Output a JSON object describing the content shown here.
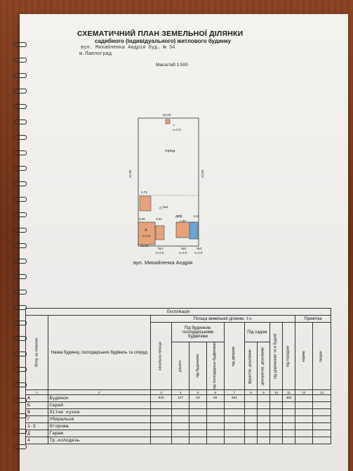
{
  "title": "СХЕМАТИЧНИЙ ПЛАН ЗЕМЕЛЬНОЇ ДІЛЯНКИ",
  "subtitle": "садибного (індивідуального) житлового будинку",
  "address_line": "вул.    Михайленка Андрія             буд. № 34",
  "city_line": "м.Павлоград",
  "scale": "Масштаб 1:500",
  "plan": {
    "top_width": "22,00",
    "left_side": "42,90",
    "right_side": "42,56",
    "garden_label": "город",
    "g_label": "Г",
    "g_height": "н=2,0",
    "dim_275": "2,75",
    "dim_585": "5,85",
    "dim_352": "3,52",
    "dim_343": "3,43",
    "dim_188": "1,88",
    "yard_label": "двір",
    "well_label": "№4",
    "building_a": "А",
    "building_a_h": "н=3,0",
    "bottom_width": "21,82",
    "fence_1": "№1",
    "fence_2": "№2",
    "fence_3": "№3",
    "fence_h1": "н=2,0",
    "fence_h2": "н=2,0",
    "fence_h3": "н=2,0"
  },
  "street": "вул. Михайленка Андрія",
  "table": {
    "caption": "Експлікація",
    "col_litera": "Літер за планом",
    "col_name": "Назва будинку, господарських будівель та споруд",
    "col_total": "загальна площа",
    "group_area": "Площа земельної ділянки,  т.ч.",
    "group_buildings": "Під будинком, господарськими будівлями",
    "col_total_b": "усього",
    "col_house": "під будинком",
    "col_outbuild": "під господарськ будівлями",
    "col_yard": "під двором",
    "group_garden": "Під садом",
    "col_fruit": "фруктов. деревами",
    "col_decor": "декоратив. деревами",
    "col_paths": "під доріжками та в будові",
    "col_veg": "під городом",
    "group_note": "Примітка",
    "col_norm": "норма",
    "col_extra": "лишки",
    "nums": [
      "1",
      "2",
      "3",
      "4",
      "5",
      "6",
      "7",
      "8",
      "9",
      "10",
      "11",
      "12",
      "13"
    ],
    "rows": [
      {
        "lit": "А",
        "name": "Будинок",
        "total": "940",
        "t_bld": "127",
        "house": "63",
        "outb": "64",
        "yard": "351",
        "veg": "462"
      },
      {
        "lit": "Б",
        "name": "Сарай"
      },
      {
        "lit": "В",
        "name": "Літня кухня"
      },
      {
        "lit": "Г",
        "name": "Убиральня"
      },
      {
        "lit": "1-3",
        "name": "Огорожа"
      },
      {
        "lit": "Д",
        "name": "Гараж"
      },
      {
        "lit": "4",
        "name": "Тр.колодязь"
      }
    ]
  }
}
